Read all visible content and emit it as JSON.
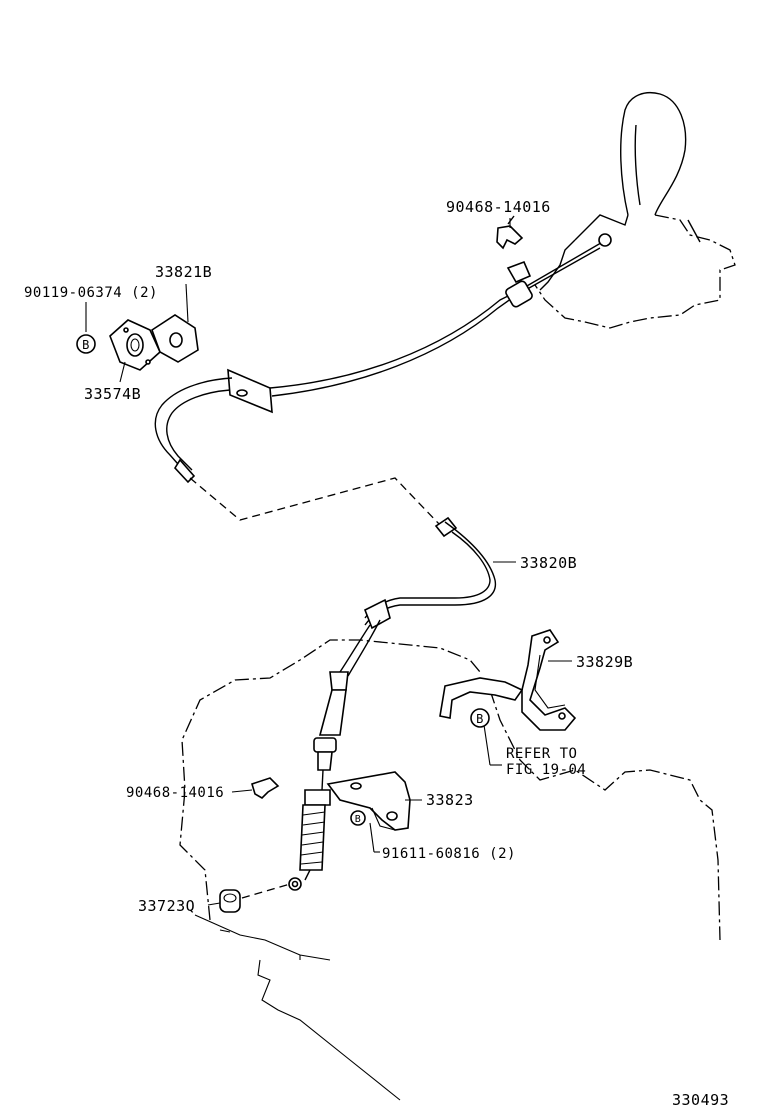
{
  "diagram": {
    "figure_number": "330493",
    "callouts": {
      "p90468_14016_top": "90468-14016",
      "p90119_06374": "90119-06374 (2)",
      "p33821B": "33821B",
      "p33574B": "33574B",
      "p33820B": "33820B",
      "p33829B": "33829B",
      "refer_to_line1": "REFER TO",
      "refer_to_line2": "FIG 19-04",
      "p90468_14016_bottom": "90468-14016",
      "p33823": "33823",
      "p91611_60816": "91611-60816 (2)",
      "p33723Q": "33723Q"
    },
    "reference_marks": {
      "b_mark": "B"
    }
  }
}
